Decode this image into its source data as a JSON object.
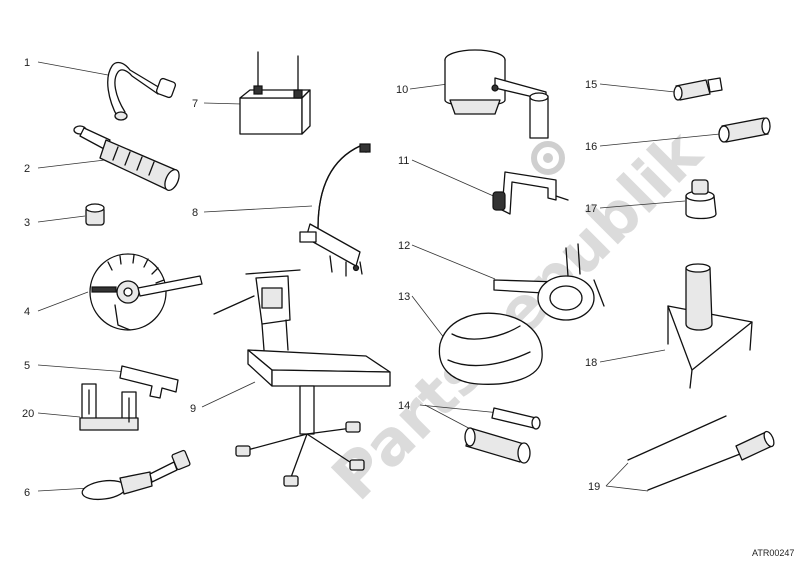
{
  "callouts": [
    {
      "n": "1"
    },
    {
      "n": "2"
    },
    {
      "n": "3"
    },
    {
      "n": "4"
    },
    {
      "n": "5"
    },
    {
      "n": "6"
    },
    {
      "n": "7"
    },
    {
      "n": "8"
    },
    {
      "n": "9"
    },
    {
      "n": "10"
    },
    {
      "n": "11"
    },
    {
      "n": "12"
    },
    {
      "n": "13"
    },
    {
      "n": "14"
    },
    {
      "n": "15"
    },
    {
      "n": "16"
    },
    {
      "n": "17"
    },
    {
      "n": "18"
    },
    {
      "n": "19"
    },
    {
      "n": "20"
    }
  ],
  "diagram_code": "ATR00247",
  "watermark": {
    "text": "PartsRepublik",
    "color": "#cfcfcf"
  },
  "colors": {
    "line": "#111111",
    "background": "#ffffff"
  }
}
